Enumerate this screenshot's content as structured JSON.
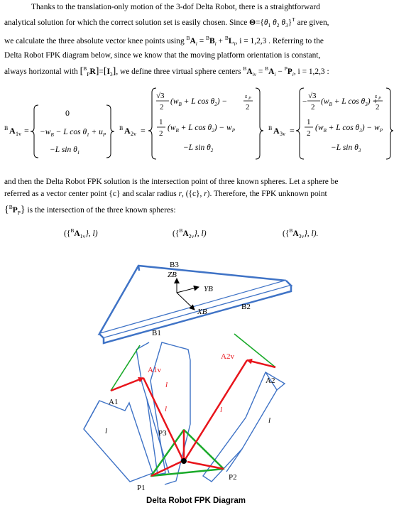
{
  "paragraph1": {
    "l1a": "Thanks to the translation-only motion of the 3-dof Delta Robot, there is a straightforward",
    "l2a": "analytical solution for which the correct solution set is easily chosen.  Since ",
    "theta": "Θ",
    "l2b": "={",
    "th1": "θ",
    "th2": "θ",
    "th3": "θ",
    "l2c": "}",
    "T": "T",
    "l2d": " are given,",
    "l3a": "we calculate the three absolute vector knee points using ",
    "B": "B",
    "A": "A",
    "i": "i",
    "Bv": "B",
    "L": "L",
    "l3eq": "  = ",
    "l3plus": " + ",
    "l3idx": ",  i = 1,2,3 .",
    "l3end": "  Referring to the",
    "l4": "Delta Robot FPK diagram below, since we know that the moving platform orientation is constant,",
    "l5a": "always horizontal with ",
    "R": "R",
    "P": "P",
    "I3": "I",
    "three": "3",
    "l5b": ", we define three virtual sphere centers ",
    "Av": "A",
    "iv": "iv",
    "P_": "P",
    "l5c": ",  i = 1,2,3 :"
  },
  "matrices": {
    "m1": {
      "lhs": "A",
      "sup": "B",
      "sub": "1v",
      "r1": "0",
      "r2": "−w",
      "r2b": " − L cos θ",
      "r2c": " + u",
      "r3": "−L sin θ"
    },
    "m2": {
      "lhs": "A",
      "sup": "B",
      "sub": "2v",
      "r1": "√3",
      "r1b": "(w",
      "r1c": " + L cos θ",
      "r1d": ") − ",
      "r2": "1",
      "r2b": "(w",
      "r2c": " + L cos θ",
      "r2d": ") − w",
      "r3": "−L sin θ"
    },
    "m3": {
      "lhs": "A",
      "sup": "B",
      "sub": "3v",
      "r1": "√3",
      "r1b": "(w",
      "r1c": " + L cos θ",
      "r1d": ") + ",
      "r2": "1",
      "r2b": "(w",
      "r2c": " + L cos θ",
      "r2d": ") − w",
      "r3": "−L sin θ"
    }
  },
  "paragraph2": {
    "l1": "and then the Delta Robot FPK solution is the intersection point of three known spheres.  Let a sphere be",
    "l2a": "referred as a vector center point {c} and scalar radius ",
    "r": "r",
    "l2b": ", ({c}, ",
    "l2c": ").  Therefore, the FPK unknown point",
    "l3a": "{",
    "l3b": "P",
    "l3c": "}",
    "l3d": "  is the intersection of the three known spheres:"
  },
  "spheres": [
    {
      "text": "({",
      "v": "A",
      "sup": "B",
      "sub": "1v",
      "end": "}, l)"
    },
    {
      "text": "({",
      "v": "A",
      "sup": "B",
      "sub": "2v",
      "end": "}, l)"
    },
    {
      "text": "({",
      "v": "A",
      "sup": "B",
      "sub": "3v",
      "end": "}, l)."
    }
  ],
  "diagram": {
    "caption": "Delta Robot FPK Diagram",
    "labels": {
      "B1": "B1",
      "B2": "B2",
      "B3": "B3",
      "A1": "A1",
      "A2": "A2",
      "A1v": "A1v",
      "A2v": "A2v",
      "P1": "P1",
      "P2": "P2",
      "P3": "P3",
      "ZB": "ZB",
      "YB": "YB",
      "XB": "XB",
      "l": "l"
    },
    "colors": {
      "links": "#2f5fbf",
      "virtual": "#e8141b",
      "green": "#1aaa2a",
      "black": "#000000"
    }
  }
}
